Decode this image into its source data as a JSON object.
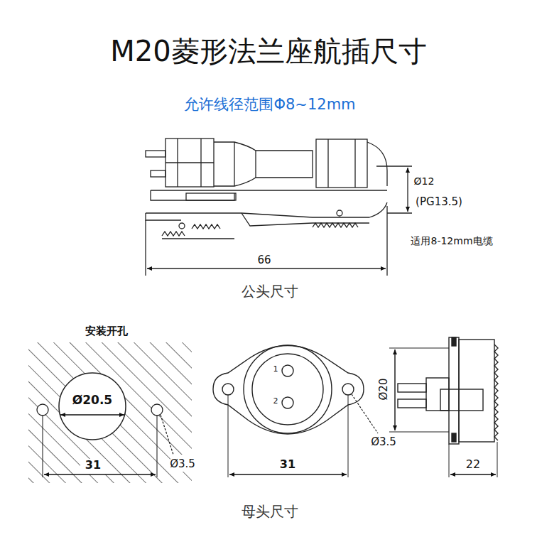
{
  "diagram": {
    "title": "M20菱形法兰座航插尺寸",
    "labels": [
      "允许线径范围Φ8~12mm",
      "Ø12",
      "(PG13.5)",
      "适用8-12mm电缆",
      "66",
      "公头尺寸",
      "安装开孔",
      "Ø20.5",
      "31",
      "Ø3.5",
      "1",
      "2",
      "Ø3.5",
      "31",
      "Ø20",
      "22",
      "母头尺寸"
    ]
  }
}
